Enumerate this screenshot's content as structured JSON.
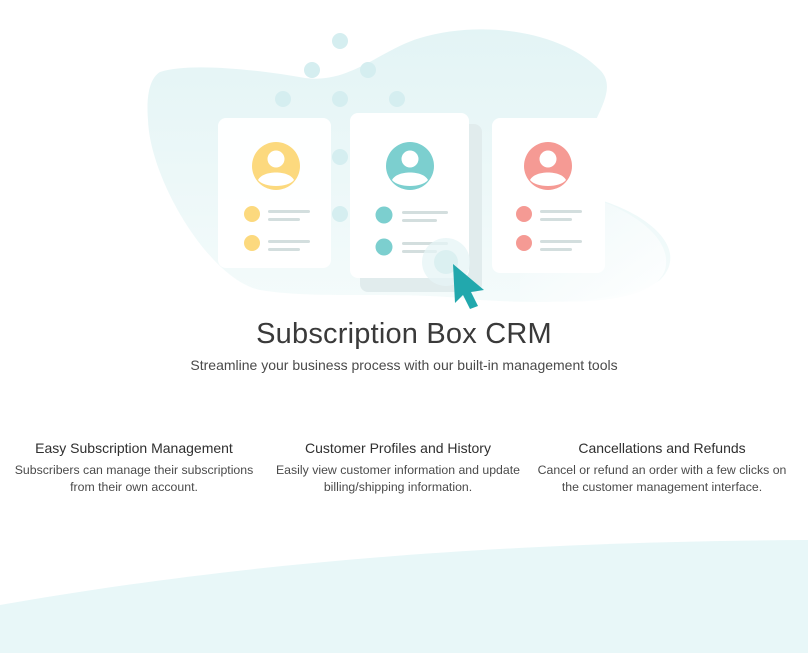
{
  "hero": {
    "title": "Subscription Box CRM",
    "subtitle": "Streamline your business process with our built-in management tools",
    "illustration": {
      "cards": [
        {
          "name": "profile-card-yellow",
          "accent": "#fcd97e"
        },
        {
          "name": "profile-card-teal",
          "accent": "#7ccfcf"
        },
        {
          "name": "profile-card-coral",
          "accent": "#f59a94"
        }
      ],
      "cursor_color": "#22a8ad",
      "blob_color": "#e5f5f6",
      "dot_color": "#d6eeef"
    }
  },
  "features": [
    {
      "title": "Easy Subscription Management",
      "line1": "Subscribers can manage their subscriptions",
      "line2": "from their own account."
    },
    {
      "title": "Customer Profiles and History",
      "line1": "Easily view customer information and update",
      "line2": "billing/shipping information."
    },
    {
      "title": "Cancellations and Refunds",
      "line1": "Cancel or refund an order with a few clicks on",
      "line2": "the customer management interface."
    }
  ],
  "colors": {
    "wave": "#e8f7f8",
    "text_dark": "#3a3a3a"
  }
}
